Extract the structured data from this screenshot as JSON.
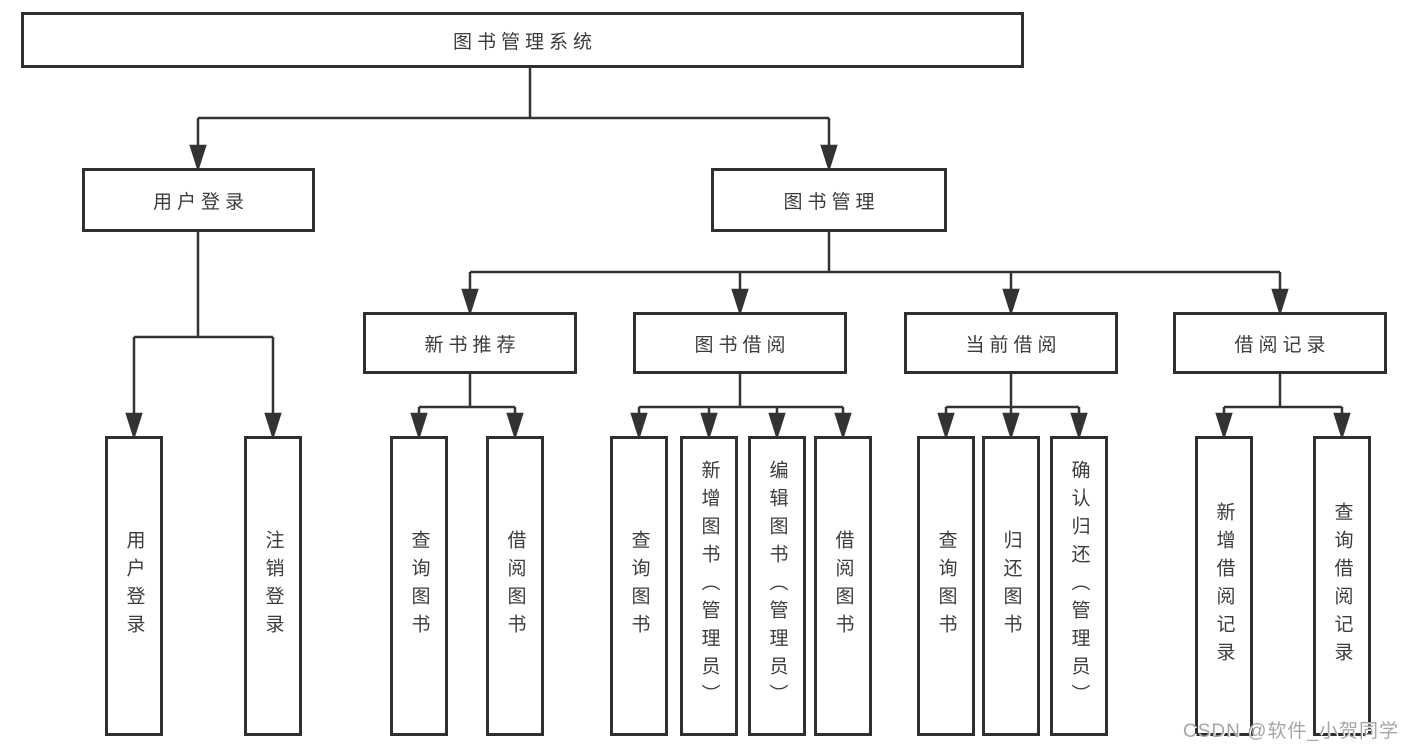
{
  "diagram_type": "tree",
  "tree": {
    "label": "图书管理系统",
    "children": [
      {
        "label": "用户登录",
        "children": [
          {
            "label": "用户登录"
          },
          {
            "label": "注销登录"
          }
        ]
      },
      {
        "label": "图书管理",
        "children": [
          {
            "label": "新书推荐",
            "children": [
              {
                "label": "查询图书"
              },
              {
                "label": "借阅图书"
              }
            ]
          },
          {
            "label": "图书借阅",
            "children": [
              {
                "label": "查询图书"
              },
              {
                "label": "新增图书（管理员）"
              },
              {
                "label": "编辑图书（管理员）"
              },
              {
                "label": "借阅图书"
              }
            ]
          },
          {
            "label": "当前借阅",
            "children": [
              {
                "label": "查询图书"
              },
              {
                "label": "归还图书"
              },
              {
                "label": "确认归还（管理员）"
              }
            ]
          },
          {
            "label": "借阅记录",
            "children": [
              {
                "label": "新增借阅记录"
              },
              {
                "label": "查询借阅记录"
              }
            ]
          }
        ]
      }
    ]
  },
  "watermark": "CSDN @软件_小贺同学",
  "colors": {
    "line": "#333333",
    "box_border": "#2f2f2f",
    "text": "#3c3c3c",
    "watermark": "#a6a6a6",
    "background": "#ffffff"
  }
}
